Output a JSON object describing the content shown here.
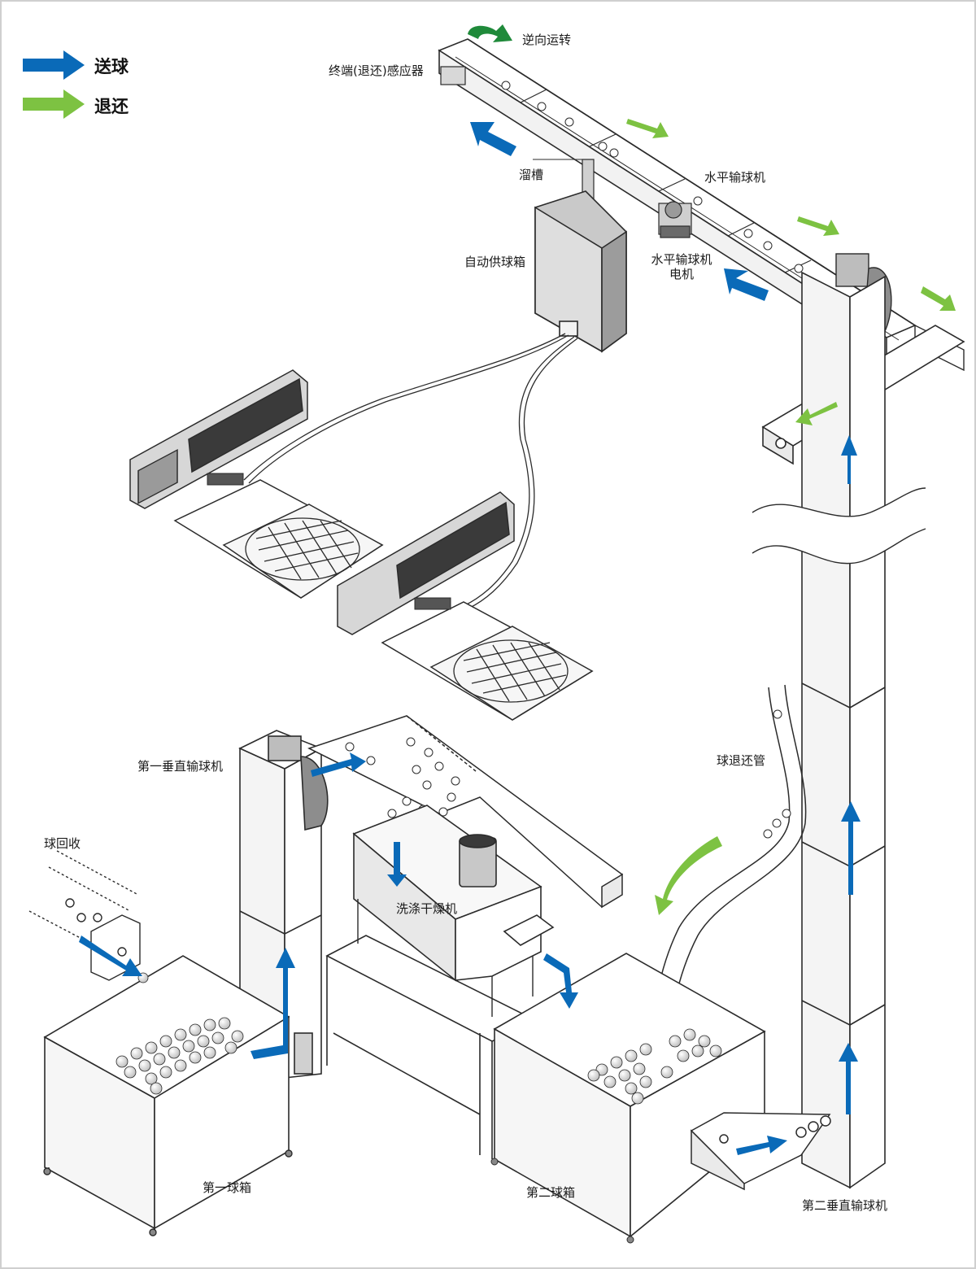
{
  "legend": {
    "send": {
      "label": "送球",
      "color": "#0a6ab8"
    },
    "return": {
      "label": "退还",
      "color": "#7dc242"
    }
  },
  "labels": {
    "reverse": "逆向运转",
    "end_sensor": "终端(退还)感应器",
    "chute": "溜槽",
    "horizontal_conveyor": "水平输球机",
    "auto_supply_box": "自动供球箱",
    "horizontal_motor_line1": "水平输球机",
    "horizontal_motor_line2": "电机",
    "first_vertical": "第一垂直输球机",
    "ball_return_pipe": "球退还管",
    "ball_recovery": "球回收",
    "washer_dryer": "洗涤干燥机",
    "first_ball_box": "第一球箱",
    "second_ball_box": "第二球箱",
    "second_vertical": "第二垂直输球机"
  },
  "colors": {
    "line": "#2b2b2b",
    "panel": "#e6e6e6",
    "dark_panel": "#3a3a3a"
  }
}
